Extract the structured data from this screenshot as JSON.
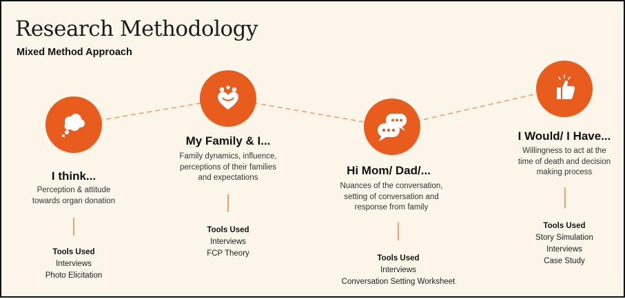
{
  "header": {
    "title": "Research Methodology",
    "subtitle": "Mixed Method Approach"
  },
  "colors": {
    "accent": "#e85c1e",
    "connector": "#f0a062",
    "background": "#fcf6ea"
  },
  "stages": [
    {
      "icon": "thought-bubble-icon",
      "title": "I think...",
      "description": [
        "Perception & attitude",
        "towards organ donation"
      ],
      "tools_heading": "Tools Used",
      "tools": [
        "Interviews",
        "Photo Elicitation"
      ]
    },
    {
      "icon": "family-heart-icon",
      "title": "My Family & I...",
      "description": [
        "Family dynamics, influence,",
        "perceptions of their families",
        "and expectations"
      ],
      "tools_heading": "Tools Used",
      "tools": [
        "Interviews",
        "FCP Theory"
      ]
    },
    {
      "icon": "chat-bubbles-icon",
      "title": "Hi Mom/ Dad/...",
      "description": [
        "Nuances of the conversation,",
        "setting of conversation and",
        "response from family"
      ],
      "tools_heading": "Tools Used",
      "tools": [
        "Interviews",
        "Conversation Setting Worksheet"
      ]
    },
    {
      "icon": "thumbs-up-icon",
      "title": "I Would/ I Have...",
      "description": [
        "Willingness to act at the",
        "time of death and decision",
        "making process"
      ],
      "tools_heading": "Tools Used",
      "tools": [
        "Story Simulation",
        "Interviews",
        "Case Study"
      ]
    }
  ]
}
